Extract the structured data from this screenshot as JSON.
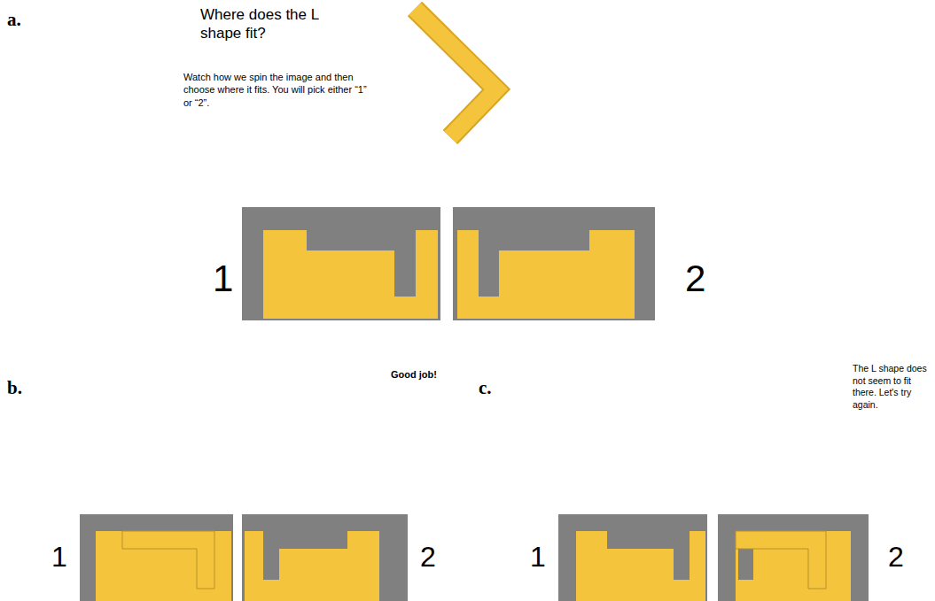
{
  "diagram": {
    "labels": [
      "a.",
      "Where does the L shape fit?",
      "Watch how we spin the image and then choose where it fits. You will pick either “1” or “2”.",
      "1",
      "2",
      "b.",
      "Good job!",
      "c.",
      "The L shape does not seem to fit there. Let's try again.",
      "1",
      "2",
      "1",
      "2"
    ]
  }
}
